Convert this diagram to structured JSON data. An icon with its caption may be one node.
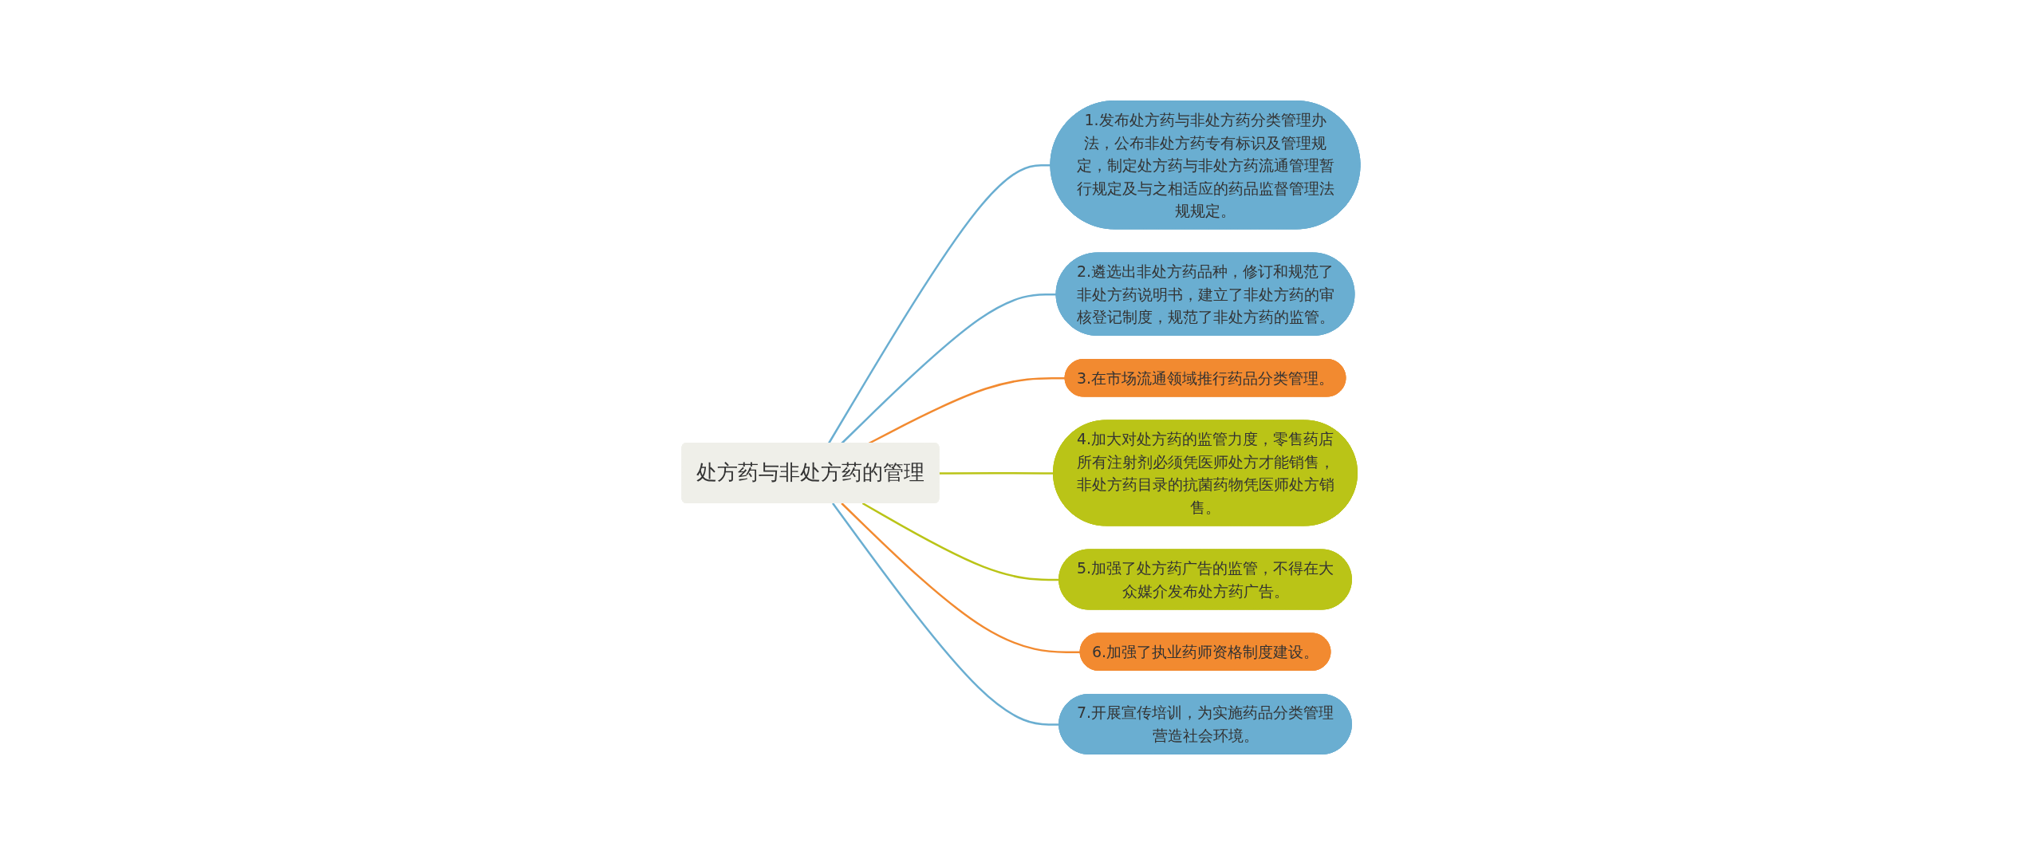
{
  "diagram": {
    "nodes": [
      {
        "text": [
          "处方药与非处方药的管理"
        ]
      },
      {
        "text": [
          "1.发布处方药与非处方药分类管理办法，公布非处方药专有标识及管理规定，制定处方药与非处方药流通管理暂行规定及与之相适应的药品监督管理法规规定。"
        ]
      },
      {
        "text": [
          "2.遴选出非处方药品种，修订和规范了非处方药说明书，建立了非处方药的审核登记制度，规范了非处方药的监管。"
        ]
      },
      {
        "text": [
          "3.在市场流通领域推行药品分类管理。"
        ]
      },
      {
        "text": [
          "4.加大对处方药的监管力度，零售药店所有注射剂必须凭医师处方才能销售，非处方药目录的抗菌药物凭医师处方销售。"
        ]
      },
      {
        "text": [
          "5.加强了处方药广告的监管，不得在大众媒介发布处方药广告。"
        ]
      },
      {
        "text": [
          "6.加强了执业药师资格制度建设。"
        ]
      },
      {
        "text": [
          "7.开展宣传培训，为实施药品分类管理营造社会环境。"
        ]
      }
    ],
    "edges": [
      {
        "from": 0,
        "to": 1,
        "arrow": "none"
      },
      {
        "from": 0,
        "to": 2,
        "arrow": "none"
      },
      {
        "from": 0,
        "to": 3,
        "arrow": "none",
        "color": "#f28a30"
      },
      {
        "from": 0,
        "to": 4,
        "arrow": "none",
        "color": "#bac417"
      },
      {
        "from": 0,
        "to": 5,
        "arrow": "none",
        "color": "#bac417"
      },
      {
        "from": 0,
        "to": 6,
        "arrow": "none",
        "color": "#f28a30"
      },
      {
        "from": 0,
        "to": 7,
        "arrow": "none"
      }
    ]
  }
}
